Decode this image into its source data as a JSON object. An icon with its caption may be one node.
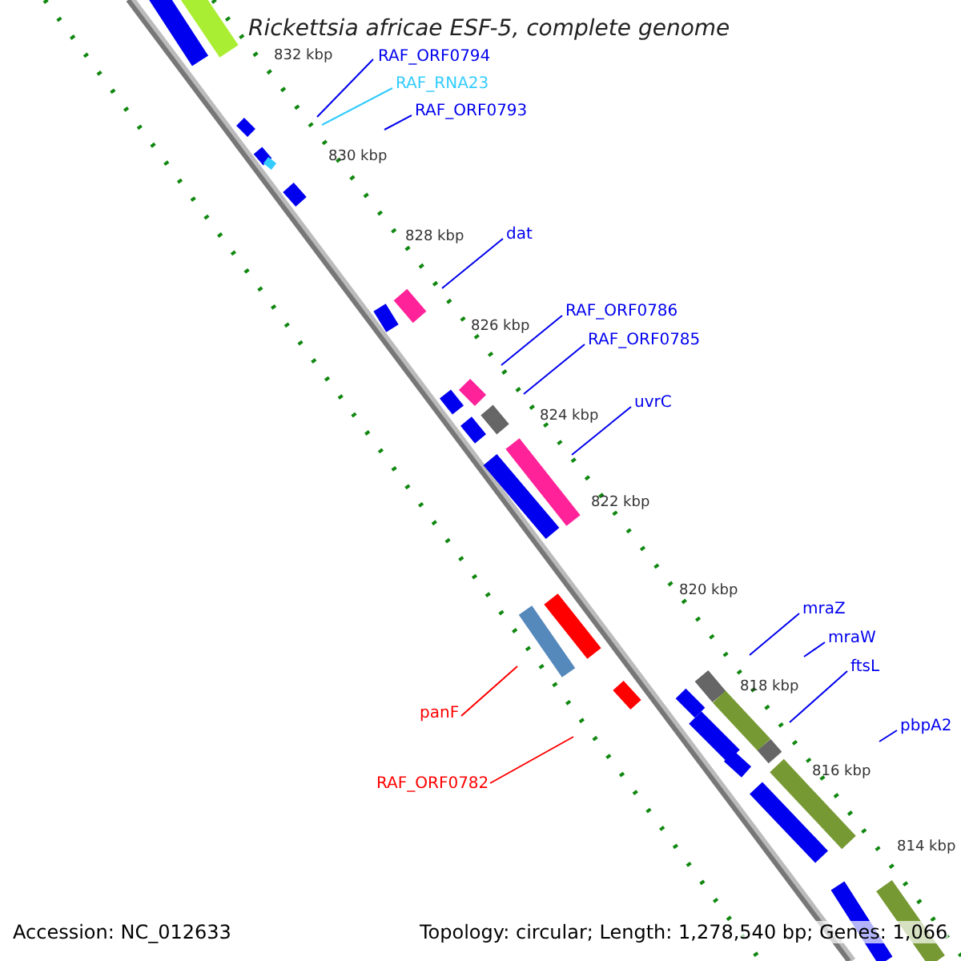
{
  "diagram": {
    "title": "Rickettsia africae ESF-5, complete genome",
    "nodes": [
      {
        "text": [
          "RAF_ORF0794"
        ]
      },
      {
        "text": [
          "RAF_RNA23"
        ]
      },
      {
        "text": [
          "RAF_ORF0793"
        ]
      },
      {
        "text": [
          "dat"
        ]
      },
      {
        "text": [
          "RAF_ORF0786"
        ]
      },
      {
        "text": [
          "RAF_ORF0785"
        ]
      },
      {
        "text": [
          "uvrC"
        ]
      },
      {
        "text": [
          "mraZ"
        ]
      },
      {
        "text": [
          "mraW"
        ]
      },
      {
        "text": [
          "ftsL"
        ]
      },
      {
        "text": [
          "pbpA2"
        ]
      },
      {
        "text": [
          "panF"
        ]
      },
      {
        "text": [
          "RAF_ORF0782"
        ]
      }
    ],
    "edges": [
      {
        "from": 0,
        "to": null,
        "arrow": "none"
      },
      {
        "from": 1,
        "to": null,
        "arrow": "none",
        "color": "#33ccff"
      },
      {
        "from": 2,
        "to": null,
        "arrow": "none"
      },
      {
        "from": 3,
        "to": null,
        "arrow": "none"
      },
      {
        "from": 4,
        "to": null,
        "arrow": "none"
      },
      {
        "from": 5,
        "to": null,
        "arrow": "none"
      },
      {
        "from": 6,
        "to": null,
        "arrow": "none"
      },
      {
        "from": 7,
        "to": null,
        "arrow": "none"
      },
      {
        "from": 8,
        "to": null,
        "arrow": "none"
      },
      {
        "from": 9,
        "to": null,
        "arrow": "none"
      },
      {
        "from": 10,
        "to": null,
        "arrow": "none"
      },
      {
        "from": 11,
        "to": null,
        "arrow": "none",
        "color": "#ff0000"
      },
      {
        "from": 12,
        "to": null,
        "arrow": "none",
        "color": "#ff0000"
      }
    ],
    "labels": [
      "832 kbp",
      "830 kbp",
      "828 kbp",
      "826 kbp",
      "824 kbp",
      "822 kbp",
      "820 kbp",
      "818 kbp",
      "816 kbp",
      "814 kbp",
      "Accession: NC_012633",
      "Topology: circular; Length: 1,278,540 bp; Genes: 1,066"
    ]
  }
}
